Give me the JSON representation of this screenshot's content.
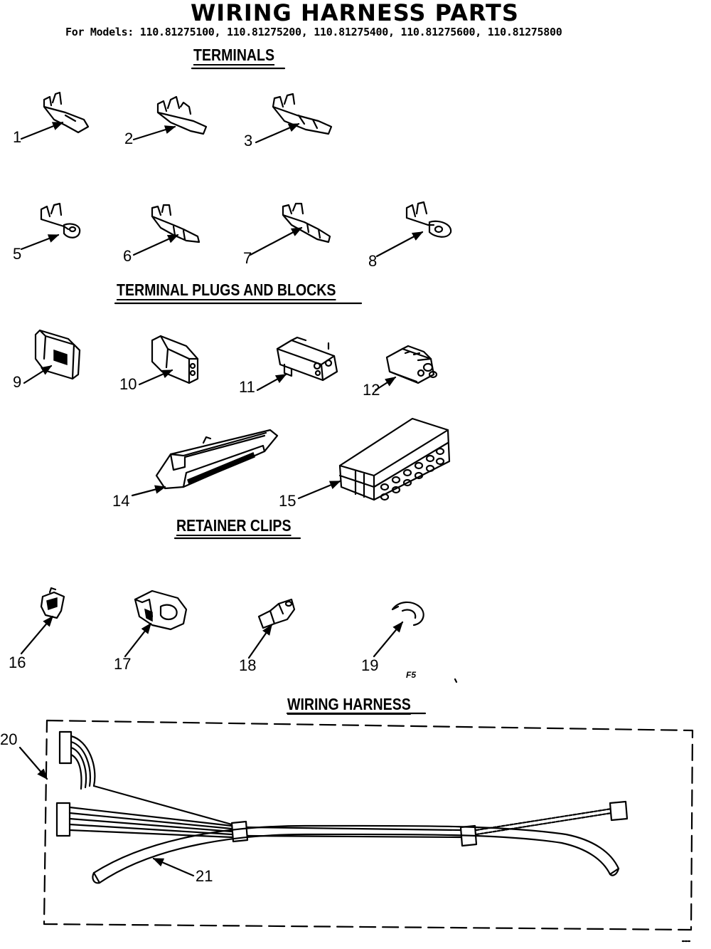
{
  "title": "WIRING HARNESS PARTS",
  "models": "For Models: 110.81275100, 110.81275200, 110.81275400, 110.81275600, 110.81275800",
  "sections": {
    "terminals": "TERMINALS",
    "plugs_blocks": "TERMINAL PLUGS AND BLOCKS",
    "retainer_clips": "RETAINER CLIPS",
    "wiring_harness": "WIRING HARNESS"
  },
  "callouts": [
    "1",
    "2",
    "3",
    "5",
    "6",
    "7",
    "8",
    "9",
    "10",
    "11",
    "12",
    "14",
    "15",
    "16",
    "17",
    "18",
    "19",
    "20",
    "21"
  ],
  "note": "F5"
}
